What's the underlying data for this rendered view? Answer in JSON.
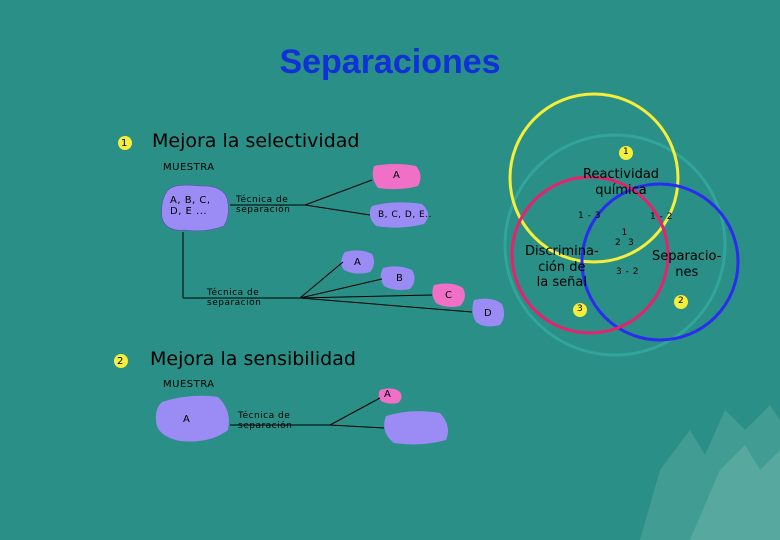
{
  "title": "Separaciones",
  "sections": [
    {
      "number": "1",
      "heading": "Mejora la selectividad"
    },
    {
      "number": "2",
      "heading": "Mejora la sensibilidad"
    }
  ],
  "selectivity": {
    "muestra": "MUESTRA",
    "sample": "A, B, C,\nD, E ...",
    "technique1": "Técnica de\nseparación",
    "out_a": "A",
    "out_bcde": "B, C, D, E..",
    "technique2": "Técnica de\nseparación",
    "frac_a": "A",
    "frac_b": "B",
    "frac_c": "C",
    "frac_d": "D"
  },
  "sensitivity": {
    "muestra": "MUESTRA",
    "sample": "A",
    "technique": "Técnica de\nseparación",
    "out_a": "A"
  },
  "venn": {
    "circle1_num": "1",
    "circle1_label": "Reactividad\nquímica",
    "circle2_label": "Separacio-\nnes",
    "circle2_num": "2",
    "circle3_label": "Discrimina-\nción de\nla señal",
    "circle3_num": "3",
    "overlap_13": "1 - 3",
    "overlap_12": "1 - 2",
    "overlap_32": "3 - 2",
    "center": "1\n2  3"
  },
  "colors": {
    "background": "#2a8f86",
    "title": "#1030d8",
    "blob_purple": "#9b8cf5",
    "blob_pink": "#f070c8",
    "circle_teal": "#31a59a",
    "circle_yellow": "#f5ee3a",
    "circle_blue": "#2a2cf0",
    "circle_red": "#e8206e"
  }
}
